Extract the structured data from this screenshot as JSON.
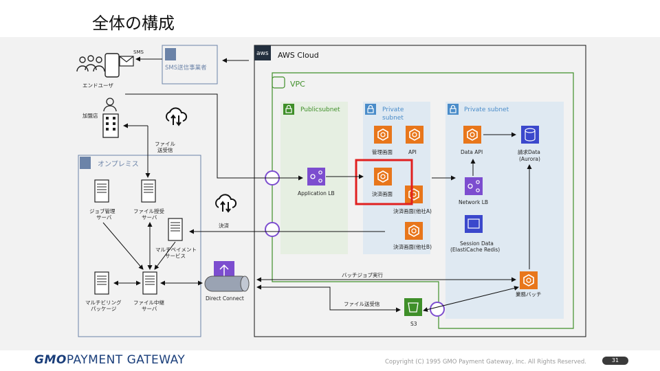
{
  "title": "全体の構成",
  "labels": {
    "sms": "SMS",
    "end_user": "エンドユーザ",
    "sms_vendor": "SMS送信事業者",
    "merchant": "加盟店",
    "file_transfer": "ファイル",
    "file_transfer2": "送受信",
    "onpremise": "オンプレミス",
    "job_server1": "ジョブ管理",
    "job_server2": "サーバ",
    "file_server1": "ファイル授受",
    "file_server2": "サーバ",
    "multipay1": "マルチペイメント",
    "multipay2": "サービス",
    "billing1": "マルチビリング",
    "billing2": "パッケージ",
    "relay1": "ファイル中継",
    "relay2": "サーバ",
    "direct_connect": "Direct Connect",
    "settlement_arrow": "決済",
    "aws_cloud": "AWS Cloud",
    "aws_badge": "aws",
    "vpc": "VPC",
    "public_subnet": "Publicsubnet",
    "private_subnet1_a": "Private",
    "private_subnet1_b": "subnet",
    "private_subnet2": "Private subnet",
    "alb": "Application LB",
    "admin_screen": "管理画面",
    "api": "API",
    "settle_screen": "決済画面",
    "settle_other_a": "決済画面(他社A)",
    "settle_other_b": "決済画面(他社B)",
    "data_api": "Data API",
    "billing_data1": "請求Data",
    "billing_data2": "(Aurora)",
    "nlb": "Network LB",
    "session1": "Session Data",
    "session2": "(ElastiCache Redis)",
    "batch_exec": "バッチジョブ実行",
    "file_send": "ファイル送受信",
    "s3": "S3",
    "business_batch": "業務バッチ"
  },
  "footer": {
    "logo_gmo": "GMO",
    "logo_rest": "PAYMENT GATEWAY",
    "copyright": "Copyright (C) 1995 GMO Payment Gateway, Inc. All Rights Reserved.",
    "page": "31"
  },
  "colors": {
    "aws_orange": "#e8761b",
    "aws_purple": "#7c4dcf",
    "vpc_green": "#3f8f29",
    "subnet_blue": "#4a8cc9",
    "highlight_red": "#e02020",
    "onprem_border": "#6b83a8"
  }
}
